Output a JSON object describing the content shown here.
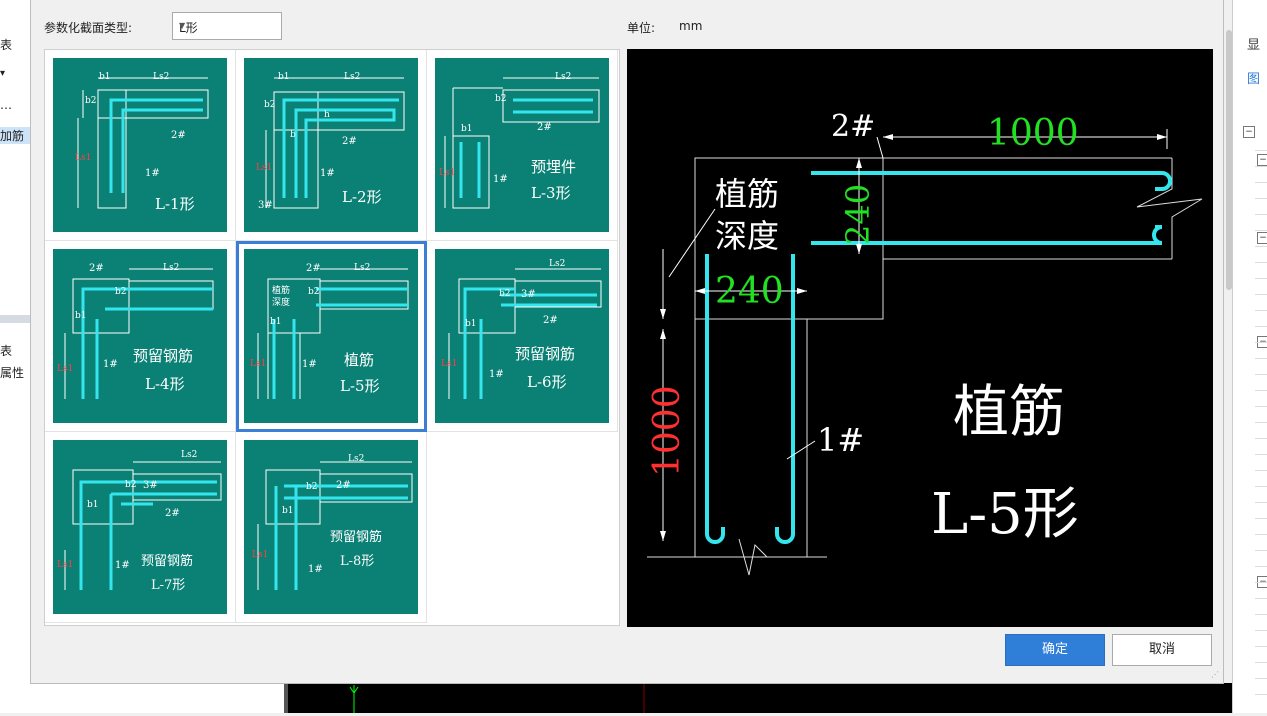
{
  "app": {
    "left_labels": [
      "表",
      "…",
      "加筋",
      "表",
      "属性"
    ],
    "right_labels": [
      "显",
      "图"
    ]
  },
  "dialog": {
    "type_label": "参数化截面类型:",
    "type_value": "L形",
    "unit_label": "单位:",
    "unit_value": "mm",
    "ok_label": "确定",
    "cancel_label": "取消"
  },
  "gallery": {
    "selected": "L-5形",
    "items": [
      {
        "lines": [
          "L-1形"
        ],
        "dims": [
          "b1",
          "Ls2",
          "b2",
          "Ls1",
          "2#",
          "1#"
        ]
      },
      {
        "lines": [
          "L-2形"
        ],
        "dims": [
          "b1",
          "Ls2",
          "b2",
          "h",
          "b",
          "Ls1",
          "2#",
          "1#",
          "3#"
        ]
      },
      {
        "lines": [
          "预埋件",
          "L-3形"
        ],
        "dims": [
          "Ls2",
          "b2",
          "b1",
          "2#",
          "Ls1",
          "1#"
        ]
      },
      {
        "lines": [
          "预留钢筋",
          "L-4形"
        ],
        "dims": [
          "2#",
          "Ls2",
          "b2",
          "b1",
          "Ls1",
          "1#"
        ]
      },
      {
        "lines": [
          "植筋",
          "L-5形"
        ],
        "dims": [
          "2#",
          "Ls2",
          "植筋",
          "深度",
          "b2",
          "b1",
          "Ls1",
          "1#"
        ]
      },
      {
        "lines": [
          "预留钢筋",
          "L-6形"
        ],
        "dims": [
          "Ls2",
          "b2",
          "3#",
          "b1",
          "2#",
          "Ls1",
          "1#"
        ]
      },
      {
        "lines": [
          "预留钢筋",
          "L-7形"
        ],
        "dims": [
          "Ls2",
          "b2",
          "3#",
          "b1",
          "2#",
          "Ls1",
          "1#"
        ]
      },
      {
        "lines": [
          "预留钢筋",
          "L-8形"
        ],
        "dims": [
          "Ls2",
          "b2",
          "2#",
          "b1",
          "Ls1",
          "1#"
        ]
      }
    ]
  },
  "preview": {
    "title_line1": "植筋",
    "title_line2": "L-5形",
    "label_2": "2#",
    "label_1": "1#",
    "depth_line1": "植筋",
    "depth_line2": "深度",
    "dim_top": "1000",
    "dim_vert_240": "240",
    "dim_horiz_240": "240",
    "dim_left": "1000"
  }
}
